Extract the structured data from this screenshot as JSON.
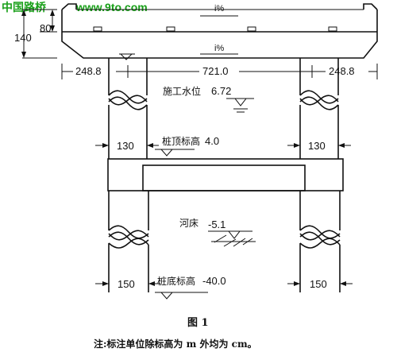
{
  "watermark": {
    "left": "中国路桥",
    "right": "www.9to.com"
  },
  "slope_top": "i%",
  "slope_bottom": "i%",
  "dimensions": {
    "deck_top": "80",
    "deck_total": "140",
    "overhang_left": "248.8",
    "span": "721.0",
    "overhang_right": "248.8",
    "column_left": "130",
    "column_right": "130",
    "pile_left": "150",
    "pile_right": "150"
  },
  "levels": {
    "construction_water": {
      "label": "施工水位",
      "value": "6.72"
    },
    "pile_top": {
      "label": "桩顶标高",
      "value": "4.0"
    },
    "riverbed": {
      "label": "河床",
      "value": "-5.1"
    },
    "pile_bottom": {
      "label": "桩底标高",
      "value": "-40.0"
    }
  },
  "caption": "图 1",
  "note": "注:标注单位除标高为 m 外均为 cm。",
  "colors": {
    "line": "#111111",
    "watermark": "#1aa01a"
  }
}
